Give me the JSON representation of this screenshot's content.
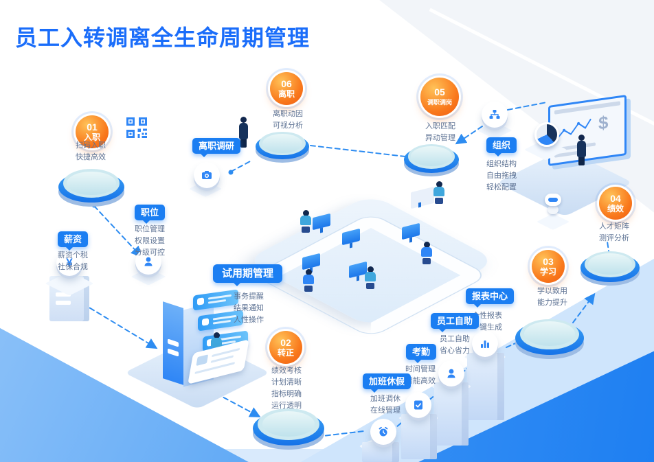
{
  "title": "员工入转调离全生命周期管理",
  "stages": [
    {
      "num": "01",
      "name": "入职",
      "line1": "扫码入职",
      "line2": "快捷高效"
    },
    {
      "num": "02",
      "name": "转正",
      "line1": "绩效考核",
      "line2": "计划清晰",
      "line3": "指标明确",
      "line4": "运行透明"
    },
    {
      "num": "03",
      "name": "学习",
      "line1": "学以致用",
      "line2": "能力提升"
    },
    {
      "num": "04",
      "name": "绩效",
      "line1": "人才矩阵",
      "line2": "测评分析"
    },
    {
      "num": "05",
      "name": "调职调岗",
      "line1": "入职匹配",
      "line2": "异动管理"
    },
    {
      "num": "06",
      "name": "离职",
      "line1": "离职动因",
      "line2": "可视分析"
    }
  ],
  "modules": {
    "survey": {
      "label": "离职调研"
    },
    "position": {
      "label": "职位",
      "line1": "职位管理",
      "line2": "权限设置",
      "line3": "分级可控"
    },
    "salary": {
      "label": "薪资",
      "line1": "薪资个税",
      "line2": "社保合规"
    },
    "org": {
      "label": "组织",
      "line1": "组织结构",
      "line2": "自由拖拽",
      "line3": "轻松配置"
    },
    "probation": {
      "label": "试用期管理",
      "line1": "事务提醒",
      "line2": "结果通知",
      "line3": "人性操作"
    },
    "report": {
      "label": "报表中心",
      "line1": "个性报表",
      "line2": "一键生成"
    },
    "selfserve": {
      "label": "员工自助",
      "line1": "员工自助",
      "line2": "省心省力"
    },
    "attendance": {
      "label": "考勤",
      "line1": "时间管理",
      "line2": "智能高效"
    },
    "overtime": {
      "label": "加班休假",
      "line1": "加班调休",
      "line2": "在线管理"
    }
  },
  "icons": {
    "yen_symbol": "¥",
    "dollar_symbol": "$"
  },
  "colors": {
    "accent": "#1b7ef2",
    "badge_orange": "#f9791c",
    "title_blue": "#1a6dfa",
    "line_blue": "#2d8cf1"
  }
}
